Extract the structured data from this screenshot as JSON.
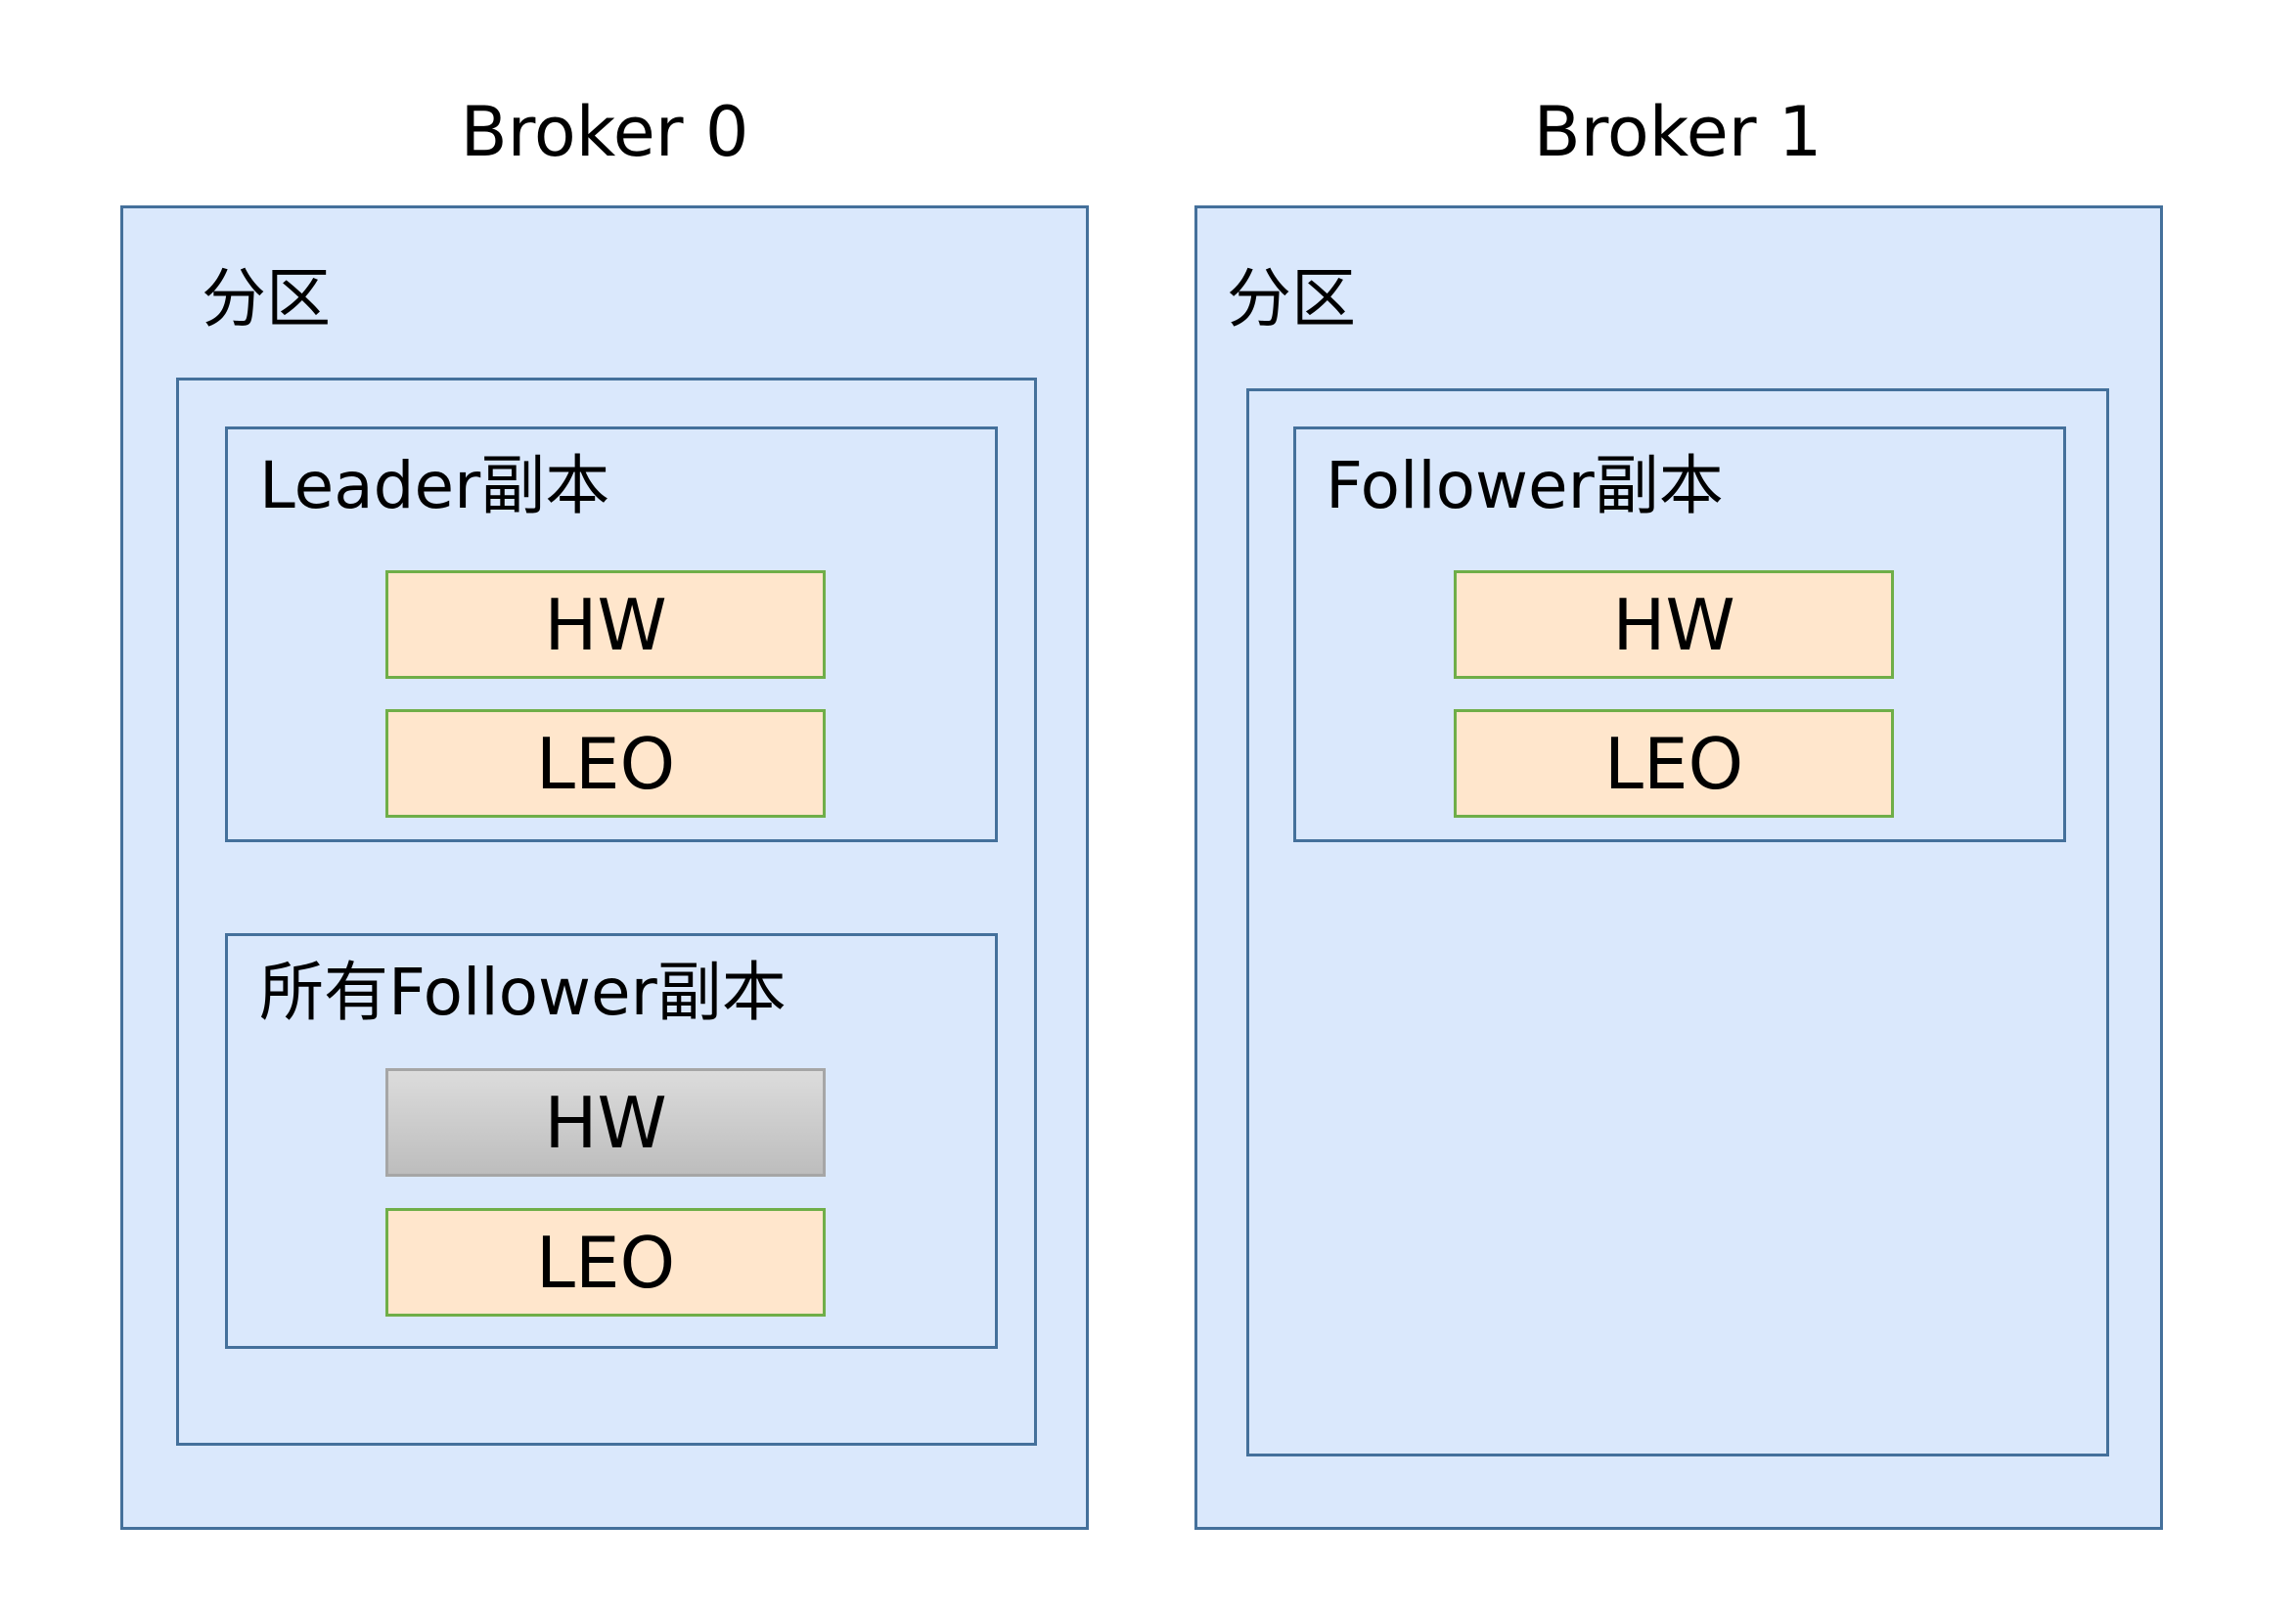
{
  "brokers": [
    {
      "title": "Broker 0",
      "partition_label": "分区",
      "leader_replica": {
        "label": "Leader副本",
        "hw": "HW",
        "leo": "LEO"
      },
      "followers_replica": {
        "label": "所有Follower副本",
        "hw": "HW",
        "leo": "LEO"
      }
    },
    {
      "title": "Broker 1",
      "partition_label": "分区",
      "follower_replica": {
        "label": "Follower副本",
        "hw": "HW",
        "leo": "LEO"
      }
    }
  ],
  "colors": {
    "panel_fill": "#dae8fc",
    "panel_stroke": "#44709b",
    "value_fill": "#ffe6cc",
    "value_stroke": "#6fae48",
    "stale_fill": "#c8c8c8",
    "stale_stroke": "#a6a6a6"
  }
}
